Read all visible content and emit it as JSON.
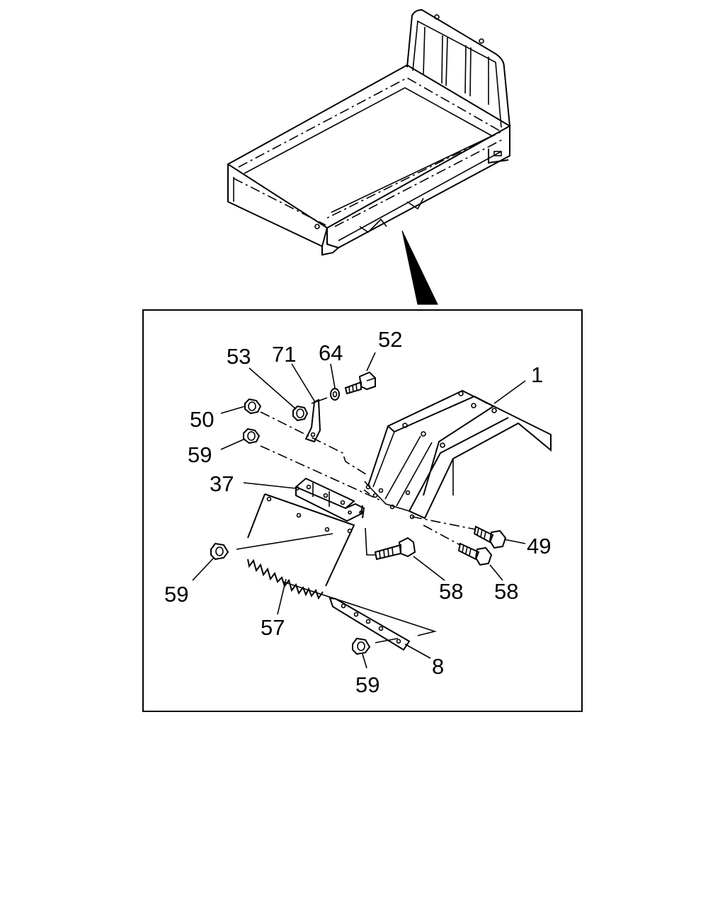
{
  "callouts": {
    "c1": "1",
    "c8": "8",
    "c37": "37",
    "c49": "49",
    "c50": "50",
    "c52": "52",
    "c53": "53",
    "c57": "57",
    "c58a": "58",
    "c58b": "58",
    "c59a": "59",
    "c59b": "59",
    "c59c": "59",
    "c64": "64",
    "c71": "71"
  }
}
